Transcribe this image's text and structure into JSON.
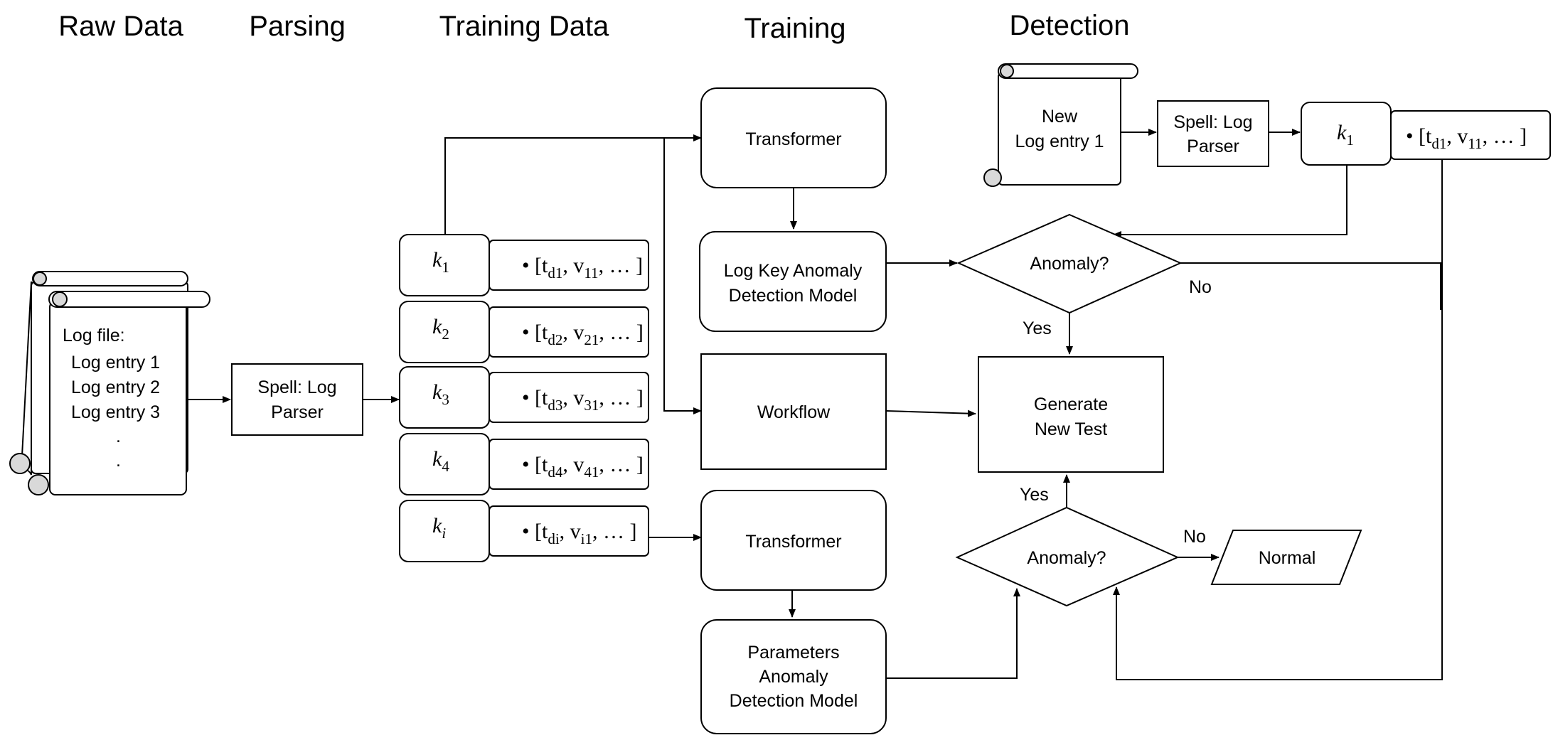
{
  "columns": {
    "raw_data": "Raw Data",
    "parsing": "Parsing",
    "training_data": "Training Data",
    "training": "Training",
    "detection": "Detection"
  },
  "log_file": {
    "title": "Log file:",
    "entries": [
      "Log entry 1",
      "Log entry 2",
      "Log entry 3",
      ".",
      "."
    ]
  },
  "parser": {
    "line1": "Spell: Log",
    "line2": "Parser"
  },
  "keys": [
    {
      "base": "k",
      "sub": "1",
      "vec": "• [t",
      "vec_sub1": "d1",
      "vec_mid": ", v",
      "vec_sub2": "11",
      "vec_end": ", … ]"
    },
    {
      "base": "k",
      "sub": "2",
      "vec": "• [t",
      "vec_sub1": "d2",
      "vec_mid": ", v",
      "vec_sub2": "21",
      "vec_end": ", … ]"
    },
    {
      "base": "k",
      "sub": "3",
      "vec": "• [t",
      "vec_sub1": "d3",
      "vec_mid": ", v",
      "vec_sub2": "31",
      "vec_end": ", … ]"
    },
    {
      "base": "k",
      "sub": "4",
      "vec": "• [t",
      "vec_sub1": "d4",
      "vec_mid": ", v",
      "vec_sub2": "41",
      "vec_end": ", … ]"
    },
    {
      "base": "k",
      "sub": "i",
      "vec": "• [t",
      "vec_sub1": "di",
      "vec_mid": ", v",
      "vec_sub2": "i1",
      "vec_end": ", … ]"
    }
  ],
  "training": {
    "transformer_top": "Transformer",
    "log_key_model": [
      "Log Key Anomaly",
      "Detection Model"
    ],
    "workflow": "Workflow",
    "transformer_bottom": "Transformer",
    "param_model": [
      "Parameters",
      "Anomaly",
      "Detection Model"
    ]
  },
  "detection": {
    "new_log": [
      "New",
      "Log entry 1"
    ],
    "parser": [
      "Spell: Log",
      "Parser"
    ],
    "key": {
      "base": "k",
      "sub": "1"
    },
    "vector": {
      "vec": "• [t",
      "vec_sub1": "d1",
      "vec_mid": ", v",
      "vec_sub2": "11",
      "vec_end": ", … ]"
    },
    "anomaly_top": "Anomaly?",
    "anomaly_bottom": "Anomaly?",
    "generate_test": [
      "Generate",
      "New Test"
    ],
    "normal": "Normal",
    "yes": "Yes",
    "no": "No"
  }
}
